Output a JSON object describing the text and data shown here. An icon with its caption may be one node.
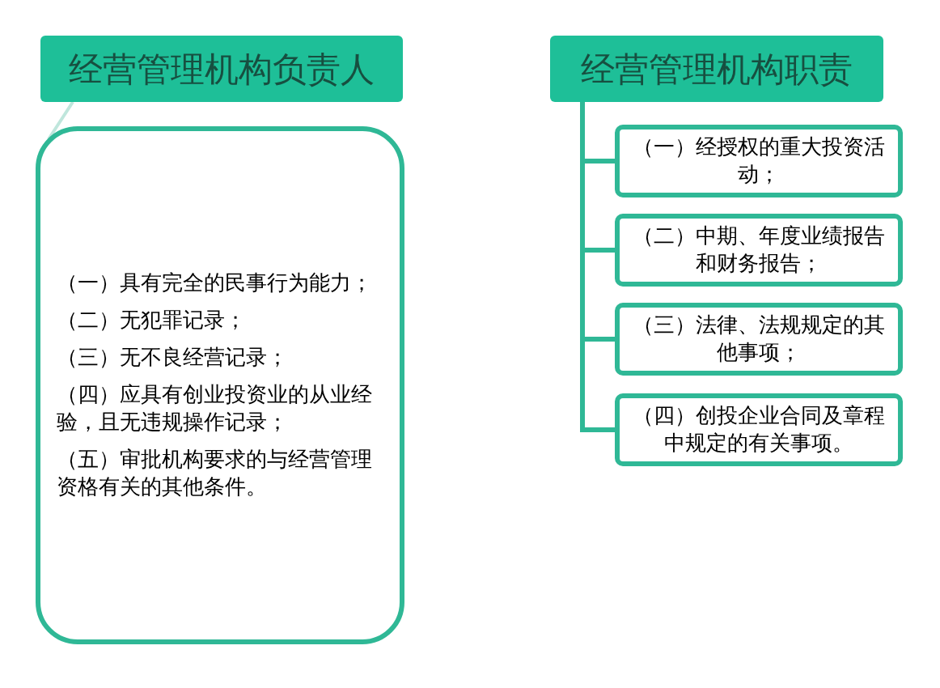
{
  "diagram": {
    "nodes": [
      {
        "text": [
          "经营管理机构负责人"
        ]
      },
      {
        "text": [
          "（一）具有完全的民事行为能力；",
          "（二）无犯罪记录；",
          "（三）无不良经营记录；",
          "（四）应具有创业投资业的从业经验，且无违规操作记录；",
          "（五）审批机构要求的与经营管理资格有关的其他条件。"
        ]
      },
      {
        "text": [
          "经营管理机构职责"
        ]
      },
      {
        "text": [
          "（一）经授权的重大投资活动；"
        ]
      },
      {
        "text": [
          "（二）中期、年度业绩报告和财务报告；"
        ]
      },
      {
        "text": [
          "（三）法律、法规规定的其他事项；"
        ]
      },
      {
        "text": [
          "（四）创投企业合同及章程中规定的有关事项。"
        ]
      }
    ],
    "edges": [
      {
        "from": 0,
        "to": 1,
        "arrow": "none",
        "color": "#bfe6dc"
      },
      {
        "from": 2,
        "to": 3,
        "arrow": "none"
      },
      {
        "from": 2,
        "to": 4,
        "arrow": "none"
      },
      {
        "from": 2,
        "to": 5,
        "arrow": "none"
      },
      {
        "from": 2,
        "to": 6,
        "arrow": "none"
      }
    ]
  }
}
